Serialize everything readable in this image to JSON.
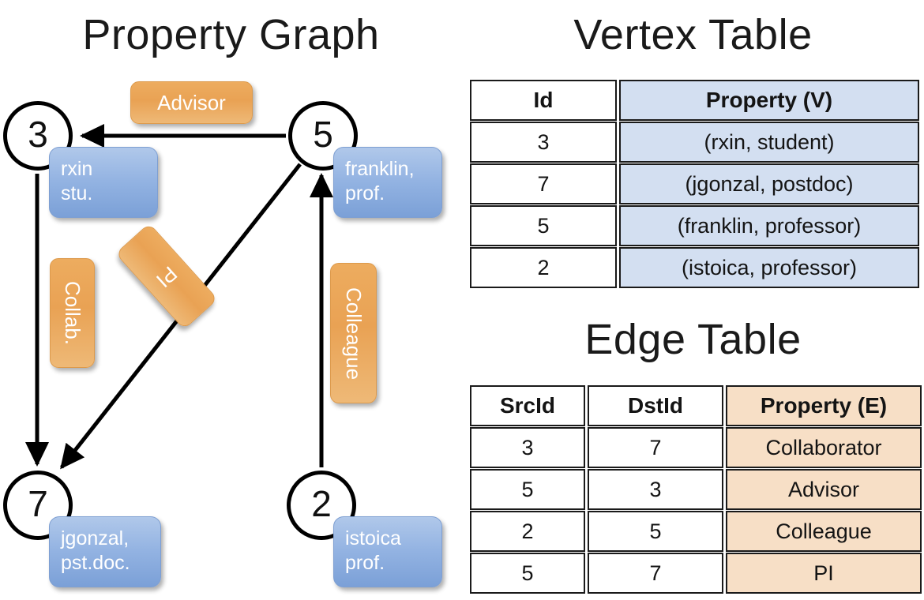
{
  "titles": {
    "property_graph": "Property Graph",
    "vertex_table": "Vertex Table",
    "edge_table": "Edge Table"
  },
  "colors": {
    "vertex_property_fill": "#d3dff1",
    "edge_property_fill": "#f7dfc6",
    "node_property_fill": "#93b3e2",
    "edge_label_fill": "#e9a254",
    "stroke": "#1a1a1a"
  },
  "graph": {
    "nodes": [
      {
        "id": "3",
        "property_line1": "rxin",
        "property_line2": "stu."
      },
      {
        "id": "5",
        "property_line1": "franklin,",
        "property_line2": "prof."
      },
      {
        "id": "7",
        "property_line1": "jgonzal,",
        "property_line2": "pst.doc."
      },
      {
        "id": "2",
        "property_line1": "istoica",
        "property_line2": "prof."
      }
    ],
    "edge_labels": [
      {
        "key": "advisor",
        "text": "Advisor"
      },
      {
        "key": "collab",
        "text": "Collab."
      },
      {
        "key": "pi",
        "text": "PI"
      },
      {
        "key": "colleague",
        "text": "Colleague"
      }
    ],
    "edges": [
      {
        "src": "5",
        "dst": "3",
        "label": "Advisor"
      },
      {
        "src": "3",
        "dst": "7",
        "label": "Collab."
      },
      {
        "src": "5",
        "dst": "7",
        "label": "PI"
      },
      {
        "src": "2",
        "dst": "5",
        "label": "Colleague"
      }
    ]
  },
  "vertex_table": {
    "headers": [
      "Id",
      "Property (V)"
    ],
    "rows": [
      {
        "id": "3",
        "property": "(rxin, student)"
      },
      {
        "id": "7",
        "property": "(jgonzal, postdoc)"
      },
      {
        "id": "5",
        "property": "(franklin, professor)"
      },
      {
        "id": "2",
        "property": "(istoica, professor)"
      }
    ]
  },
  "edge_table": {
    "headers": [
      "SrcId",
      "DstId",
      "Property (E)"
    ],
    "rows": [
      {
        "src": "3",
        "dst": "7",
        "property": "Collaborator"
      },
      {
        "src": "5",
        "dst": "3",
        "property": "Advisor"
      },
      {
        "src": "2",
        "dst": "5",
        "property": "Colleague"
      },
      {
        "src": "5",
        "dst": "7",
        "property": "PI"
      }
    ]
  }
}
